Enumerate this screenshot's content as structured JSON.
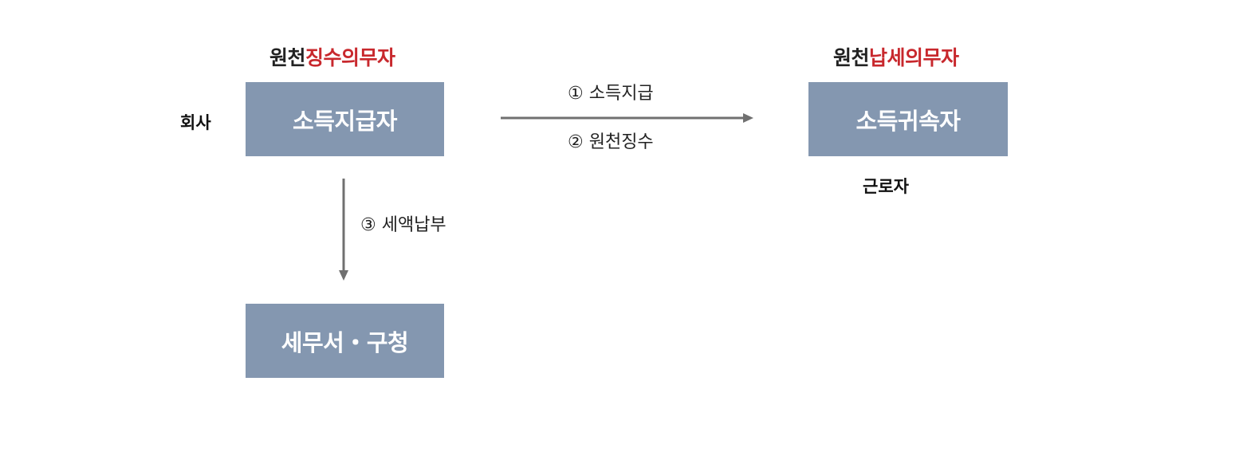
{
  "left_caption": {
    "prefix": "원천",
    "accent": "징수의무자"
  },
  "right_caption": {
    "prefix": "원천",
    "accent": "납세의무자"
  },
  "company_label": "회사",
  "worker_label": "근로자",
  "boxes": {
    "payer": "소득지급자",
    "recipient": "소득귀속자",
    "tax_office": "세무서・구청"
  },
  "steps": {
    "step1": "① 소득지급",
    "step2": "② 원천징수",
    "step3": "③ 세액납부"
  },
  "colors": {
    "box_fill": "#8497b0",
    "accent": "#c8282d",
    "arrow": "#707070"
  }
}
